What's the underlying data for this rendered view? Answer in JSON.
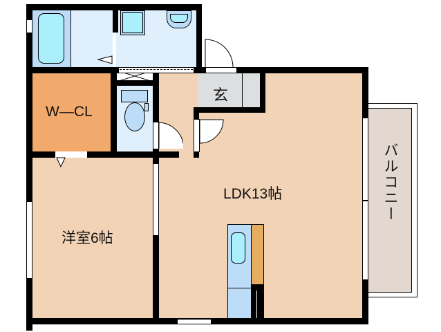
{
  "floorplan": {
    "rooms": {
      "wcl": {
        "label": "W—CL",
        "color": "#f2aa6c"
      },
      "genkan": {
        "label": "玄",
        "color": "#dddee0"
      },
      "ldk": {
        "label": "LDK13帖",
        "color": "#f2d3b6"
      },
      "western": {
        "label": "洋室6帖",
        "color": "#f2d3b6"
      },
      "balcony": {
        "label": "バルコニー",
        "color": "#e3d8d0"
      },
      "bath": {
        "color": "#bcdcf8"
      },
      "washroom": {
        "color": "#dff0fc"
      },
      "toilet": {
        "color": "#dff0fc"
      },
      "hallway": {
        "color": "#f2d3b6"
      },
      "kitchen": {
        "color": "#bcdcf8",
        "counter_color": "#e6ad60"
      }
    },
    "colors": {
      "wall": "#000000",
      "fixture": "#aaf0fc"
    }
  }
}
